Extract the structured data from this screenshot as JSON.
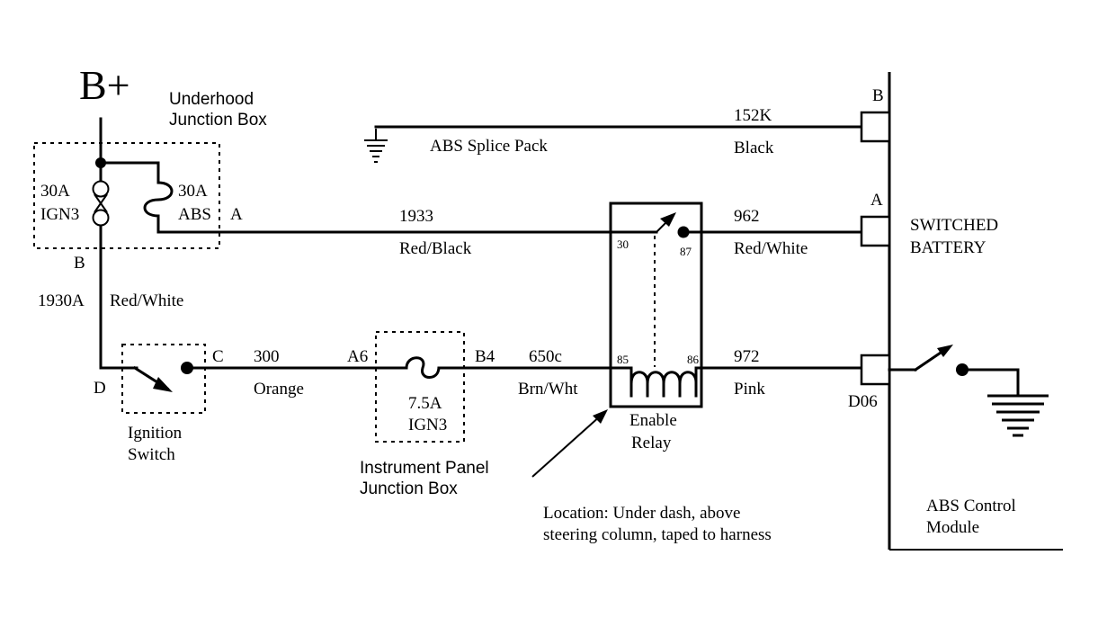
{
  "power": {
    "source": "B+"
  },
  "underhood_box": {
    "title_line1": "Underhood",
    "title_line2": "Junction Box"
  },
  "fuse_ign3": {
    "rating": "30A",
    "circuit": "IGN3"
  },
  "fuse_abs": {
    "rating": "30A",
    "circuit": "ABS"
  },
  "pins": {
    "underhood_a": "A",
    "underhood_b": "B",
    "switch_c": "C",
    "switch_d": "D",
    "ip_a6": "A6",
    "ip_b4": "B4"
  },
  "splice": {
    "label": "ABS Splice Pack",
    "circuit": "152K",
    "color": "Black"
  },
  "wire_1933": {
    "circuit": "1933",
    "color": "Red/Black"
  },
  "wire_962": {
    "circuit": "962",
    "color": "Red/White"
  },
  "wire_1930a": {
    "circuit": "1930A",
    "color": "Red/White"
  },
  "wire_300": {
    "circuit": "300",
    "color": "Orange"
  },
  "wire_650c": {
    "circuit": "650c",
    "color": "Brn/Wht"
  },
  "wire_972": {
    "circuit": "972",
    "color": "Pink"
  },
  "ignition_switch": {
    "line1": "Ignition",
    "line2": "Switch"
  },
  "ip_fuse": {
    "rating": "7.5A",
    "circuit": "IGN3"
  },
  "ip_box": {
    "line1": "Instrument Panel",
    "line2": "Junction Box"
  },
  "relay": {
    "pin30": "30",
    "pin87": "87",
    "pin85": "85",
    "pin86": "86",
    "line1": "Enable",
    "line2": "Relay"
  },
  "location_note": {
    "line1": "Location:  Under dash, above",
    "line2": "steering column, taped to harness"
  },
  "module": {
    "pin_b": "B",
    "pin_a": "A",
    "pin_d06": "D06",
    "switched_line1": "SWITCHED",
    "switched_line2": "BATTERY",
    "name_line1": "ABS Control",
    "name_line2": "Module"
  }
}
